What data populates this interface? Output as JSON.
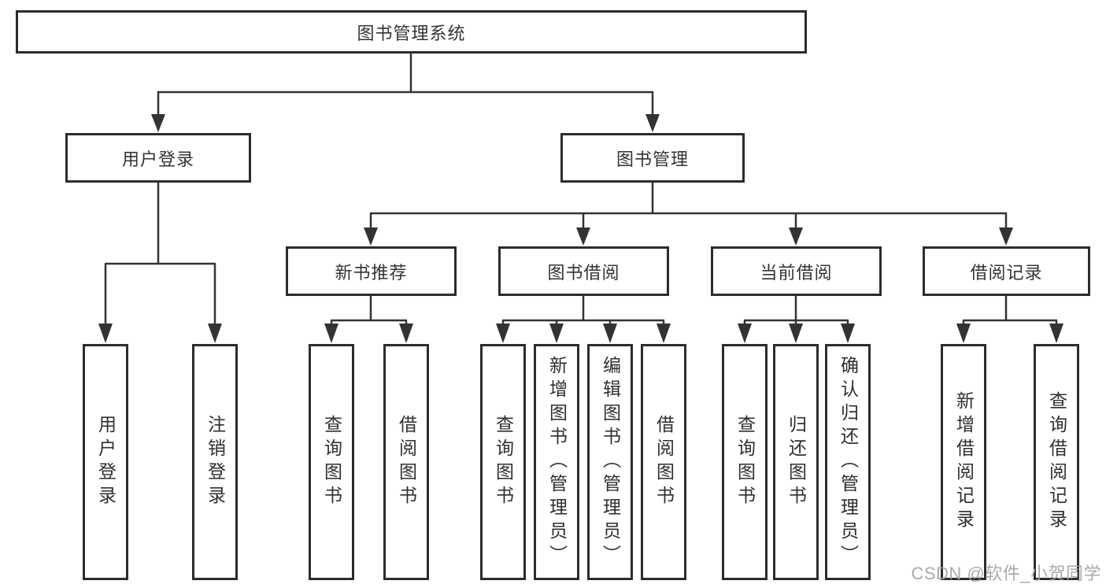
{
  "diagram": {
    "title": "图书管理系统",
    "branches": {
      "user_login": {
        "label": "用户登录",
        "children": [
          "用户登录",
          "注销登录"
        ]
      },
      "book_management": {
        "label": "图书管理",
        "sections": [
          {
            "label": "新书推荐",
            "children": [
              "查询图书",
              "借阅图书"
            ]
          },
          {
            "label": "图书借阅",
            "children": [
              "查询图书",
              "新增图书（管理员）",
              "编辑图书（管理员）",
              "借阅图书"
            ]
          },
          {
            "label": "当前借阅",
            "children": [
              "查询图书",
              "归还图书",
              "确认归还（管理员）"
            ]
          },
          {
            "label": "借阅记录",
            "children": [
              "新增借阅记录",
              "查询借阅记录"
            ]
          }
        ]
      }
    }
  },
  "watermark": "CSDN @软件_小贺同学",
  "colors": {
    "line": "#333333",
    "box_border": "#2c2c2c",
    "text": "#333333",
    "watermark": "#a3a3a3"
  }
}
